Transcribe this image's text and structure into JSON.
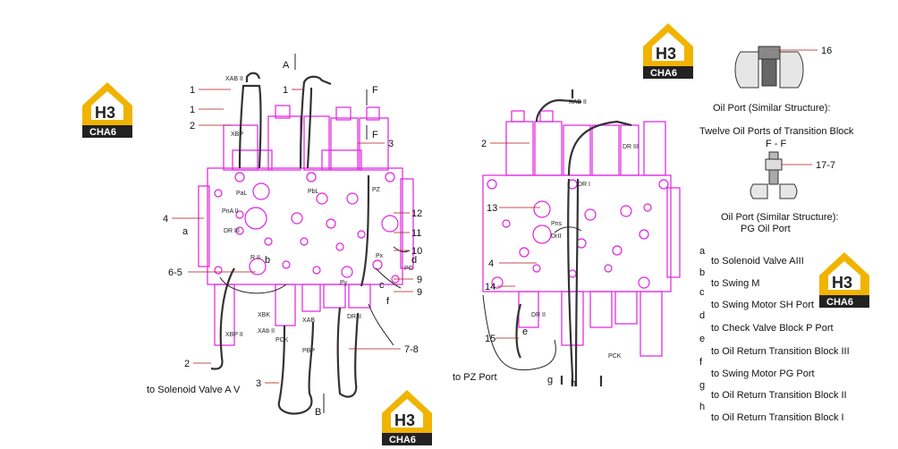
{
  "logo": {
    "line1": "H3",
    "line2": "CHA6",
    "color": "#f0b400"
  },
  "colors": {
    "valve": "#e020e0",
    "leader": "#b01818",
    "ink": "#111111"
  },
  "left_view": {
    "section_top": "A",
    "section_bottom": "B",
    "section_f1": "F",
    "section_f2": "F",
    "callouts": [
      "1",
      "1",
      "1",
      "2",
      "3",
      "4",
      "6-5",
      "2",
      "3",
      "12",
      "11",
      "10",
      "9",
      "9",
      "7-8"
    ],
    "letters": [
      "a",
      "b",
      "c",
      "d",
      "f"
    ],
    "ports": [
      "PaL",
      "PbL",
      "PZ",
      "PnA II",
      "DR III",
      "R II",
      "Px",
      "PG",
      "Py",
      "XBK",
      "XAb II",
      "PCK",
      "XAB",
      "PBP",
      "DR II",
      "XBP II",
      "XBP",
      "XAB II"
    ],
    "to_text": "to Solenoid Valve A V"
  },
  "right_view": {
    "callouts": [
      "2",
      "13",
      "4",
      "14",
      "15"
    ],
    "letters": [
      "e",
      "g",
      "h"
    ],
    "ports": [
      "XAB II",
      "DR III",
      "DR I",
      "Pns",
      "DrII",
      "DR II",
      "PCK"
    ],
    "to_text": "to PZ Port"
  },
  "detail_top": {
    "callout": "16",
    "caption1": "Oil Port (Similar Structure):",
    "caption2": "Twelve Oil Ports of Transition Block"
  },
  "detail_ff": {
    "title": "F - F",
    "callout": "17-7",
    "caption1": "Oil Port (Similar Structure):",
    "caption2": "PG Oil Port"
  },
  "legend": [
    {
      "key": "a",
      "text": "to Solenoid Valve AIII"
    },
    {
      "key": "b",
      "text": "to Swing M"
    },
    {
      "key": "c",
      "text": "to Swing Motor SH Port"
    },
    {
      "key": "d",
      "text": "to Check Valve Block P Port"
    },
    {
      "key": "e",
      "text": "to Oil Return Transition Block III"
    },
    {
      "key": "f",
      "text": "to Swing Motor PG Port"
    },
    {
      "key": "g",
      "text": "to Oil Return Transition Block II"
    },
    {
      "key": "h",
      "text": "to Oil Return Transition Block I"
    }
  ]
}
